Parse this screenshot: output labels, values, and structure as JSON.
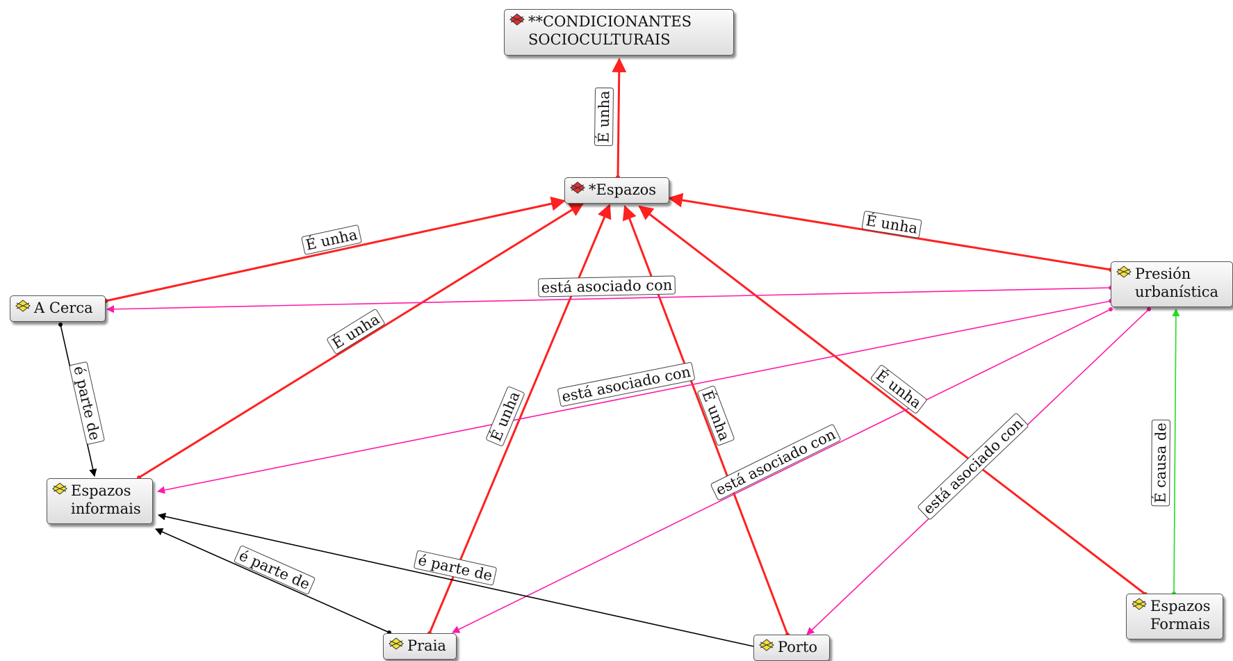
{
  "nodes": {
    "condicionantes": {
      "text": "**CONDICIONANTES\nSOCIOCULTURAIS",
      "icon": "red-concept-icon"
    },
    "espazos": {
      "text": "*Espazos",
      "icon": "red-concept-icon"
    },
    "acerca": {
      "text": "A Cerca",
      "icon": "yellow-concept-icon"
    },
    "presion": {
      "text": "Presión\nurbanística",
      "icon": "yellow-concept-icon"
    },
    "informais": {
      "text": "Espazos\ninformais",
      "icon": "yellow-concept-icon"
    },
    "formais": {
      "text": "Espazos\nFormais",
      "icon": "yellow-concept-icon"
    },
    "praia": {
      "text": "Praia",
      "icon": "yellow-concept-icon"
    },
    "porto": {
      "text": "Porto",
      "icon": "yellow-concept-icon"
    }
  },
  "links": [
    {
      "from": "espazos",
      "to": "condicionantes",
      "label": "É unha",
      "color": "#ff2020"
    },
    {
      "from": "acerca",
      "to": "espazos",
      "label": "É unha",
      "color": "#ff2020"
    },
    {
      "from": "presion",
      "to": "espazos",
      "label": "É unha",
      "color": "#ff2020"
    },
    {
      "from": "informais",
      "to": "espazos",
      "label": "É unha",
      "color": "#ff2020"
    },
    {
      "from": "praia",
      "to": "espazos",
      "label": "É unha",
      "color": "#ff2020"
    },
    {
      "from": "porto",
      "to": "espazos",
      "label": "É unha",
      "color": "#ff2020"
    },
    {
      "from": "formais",
      "to": "espazos",
      "label": "É unha",
      "color": "#ff2020"
    },
    {
      "from": "presion",
      "to": "acerca",
      "label": "está asociado con",
      "color": "#ff1aa8"
    },
    {
      "from": "presion",
      "to": "informais",
      "label": "está asociado con",
      "color": "#ff1aa8"
    },
    {
      "from": "presion",
      "to": "praia",
      "label": "está asociado con",
      "color": "#ff1aa8"
    },
    {
      "from": "presion",
      "to": "porto",
      "label": "está asociado con",
      "color": "#ff1aa8"
    },
    {
      "from": "acerca",
      "to": "informais",
      "label": "é parte de",
      "color": "#000000"
    },
    {
      "from": "praia",
      "to": "informais",
      "label": "é parte de",
      "color": "#000000"
    },
    {
      "from": "porto",
      "to": "informais",
      "label": "é parte de",
      "color": "#000000"
    },
    {
      "from": "formais",
      "to": "presion",
      "label": "É causa de",
      "color": "#22dd22"
    }
  ]
}
